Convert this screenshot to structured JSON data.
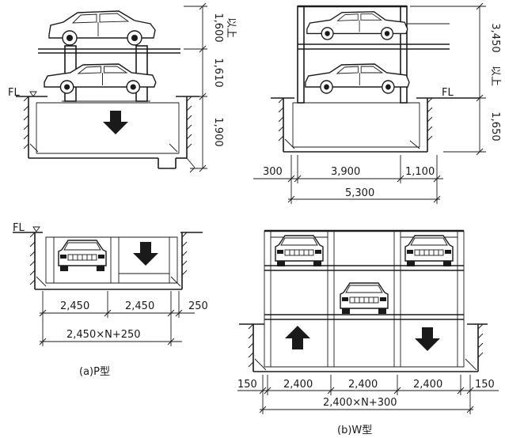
{
  "labels": {
    "fl": "FL",
    "ijo": "以上"
  },
  "p_type": {
    "caption": "(a)P型",
    "dims_v": [
      "1,600",
      "1,610",
      "1,900"
    ],
    "dims_h_plan": [
      "2,450",
      "2,450",
      "250"
    ],
    "dim_total_plan": "2,450×N+250"
  },
  "w_type": {
    "caption": "(b)W型",
    "dims_v": [
      "3,450",
      "1,650"
    ],
    "dims_h": [
      "300",
      "3,900",
      "1,100"
    ],
    "dim_total": "5,300",
    "dims_h_plan": [
      "150",
      "2,400",
      "2,400",
      "2,400",
      "150"
    ],
    "dim_total_plan": "2,400×N+300"
  }
}
